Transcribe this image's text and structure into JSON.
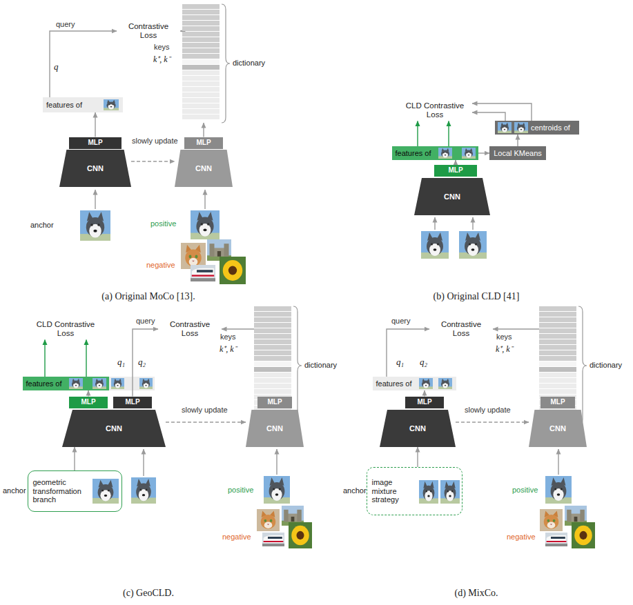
{
  "diagram": {
    "nodes": [
      {
        "text": [
          "Contrastive Loss"
        ]
      },
      {
        "text": [
          "dictionary"
        ]
      },
      {
        "text": [
          "features of"
        ]
      },
      {
        "text": [
          "MLP"
        ]
      },
      {
        "text": [
          "CNN"
        ]
      },
      {
        "text": [
          "MLP"
        ]
      },
      {
        "text": [
          "CNN"
        ]
      },
      {
        "text": [
          "CLD Contrastive Loss"
        ]
      },
      {
        "text": [
          "centroids of"
        ]
      },
      {
        "text": [
          "features of"
        ]
      },
      {
        "text": [
          "Local KMeans"
        ]
      },
      {
        "text": [
          "MLP"
        ]
      },
      {
        "text": [
          "CNN"
        ]
      },
      {
        "text": [
          "CLD Contrastive Loss"
        ]
      },
      {
        "text": [
          "Contrastive Loss"
        ]
      },
      {
        "text": [
          "dictionary"
        ]
      },
      {
        "text": [
          "features of"
        ]
      },
      {
        "text": [
          "MLP"
        ]
      },
      {
        "text": [
          "MLP"
        ]
      },
      {
        "text": [
          "CNN"
        ]
      },
      {
        "text": [
          "geometric transformation branch"
        ]
      },
      {
        "text": [
          "MLP"
        ]
      },
      {
        "text": [
          "CNN"
        ]
      },
      {
        "text": [
          "Contrastive Loss"
        ]
      },
      {
        "text": [
          "dictionary"
        ]
      },
      {
        "text": [
          "features of"
        ]
      },
      {
        "text": [
          "MLP"
        ]
      },
      {
        "text": [
          "CNN"
        ]
      },
      {
        "text": [
          "image mixture strategy"
        ]
      },
      {
        "text": [
          "MLP"
        ]
      },
      {
        "text": [
          "CNN"
        ]
      }
    ],
    "edges": [
      {
        "from": 2,
        "to": 0,
        "arrow": "to",
        "label": "query"
      },
      {
        "from": 1,
        "to": 0,
        "arrow": "to",
        "label": "keys"
      },
      {
        "from": 3,
        "to": 2,
        "arrow": "to"
      },
      {
        "from": 5,
        "to": 1,
        "arrow": "to"
      },
      {
        "from": 4,
        "to": 6,
        "arrow": "to",
        "label": "slowly update"
      },
      {
        "from": 9,
        "to": 7,
        "arrow": "to"
      },
      {
        "from": 9,
        "to": 7,
        "arrow": "to"
      },
      {
        "from": 9,
        "to": 10,
        "arrow": "to"
      },
      {
        "from": 10,
        "to": 8,
        "arrow": "to"
      },
      {
        "from": 8,
        "to": 7,
        "arrow": "to"
      },
      {
        "from": 8,
        "to": 7,
        "arrow": "to"
      },
      {
        "from": 11,
        "to": 9,
        "arrow": "to"
      },
      {
        "from": 16,
        "to": 13,
        "arrow": "to"
      },
      {
        "from": 16,
        "to": 13,
        "arrow": "to"
      },
      {
        "from": 18,
        "to": 14,
        "arrow": "to",
        "label": "query"
      },
      {
        "from": 15,
        "to": 14,
        "arrow": "to",
        "label": "keys"
      },
      {
        "from": 17,
        "to": 16,
        "arrow": "to"
      },
      {
        "from": 21,
        "to": 15,
        "arrow": "to"
      },
      {
        "from": 19,
        "to": 22,
        "arrow": "to",
        "label": "slowly update"
      },
      {
        "from": 20,
        "to": 19,
        "arrow": "to"
      },
      {
        "from": 26,
        "to": 25,
        "arrow": "to"
      },
      {
        "from": 25,
        "to": 23,
        "arrow": "to",
        "label": "query"
      },
      {
        "from": 24,
        "to": 23,
        "arrow": "to",
        "label": "keys"
      },
      {
        "from": 29,
        "to": 24,
        "arrow": "to"
      },
      {
        "from": 27,
        "to": 30,
        "arrow": "to",
        "label": "slowly update"
      },
      {
        "from": 28,
        "to": 27,
        "arrow": "to"
      }
    ],
    "labels": [
      "q",
      "k⁺, k⁻",
      "positive",
      "negative",
      "anchor",
      "(a) Original MoCo [13].",
      "(b) Original CLD [41]",
      "q₁",
      "q₂",
      "k⁺, k⁻",
      "anchor",
      "positive",
      "negative",
      "(c) GeoCLD.",
      "q₁",
      "q₂",
      "k⁺, k⁻",
      "anchor",
      "positive",
      "negative",
      "(d) MixCo."
    ]
  }
}
